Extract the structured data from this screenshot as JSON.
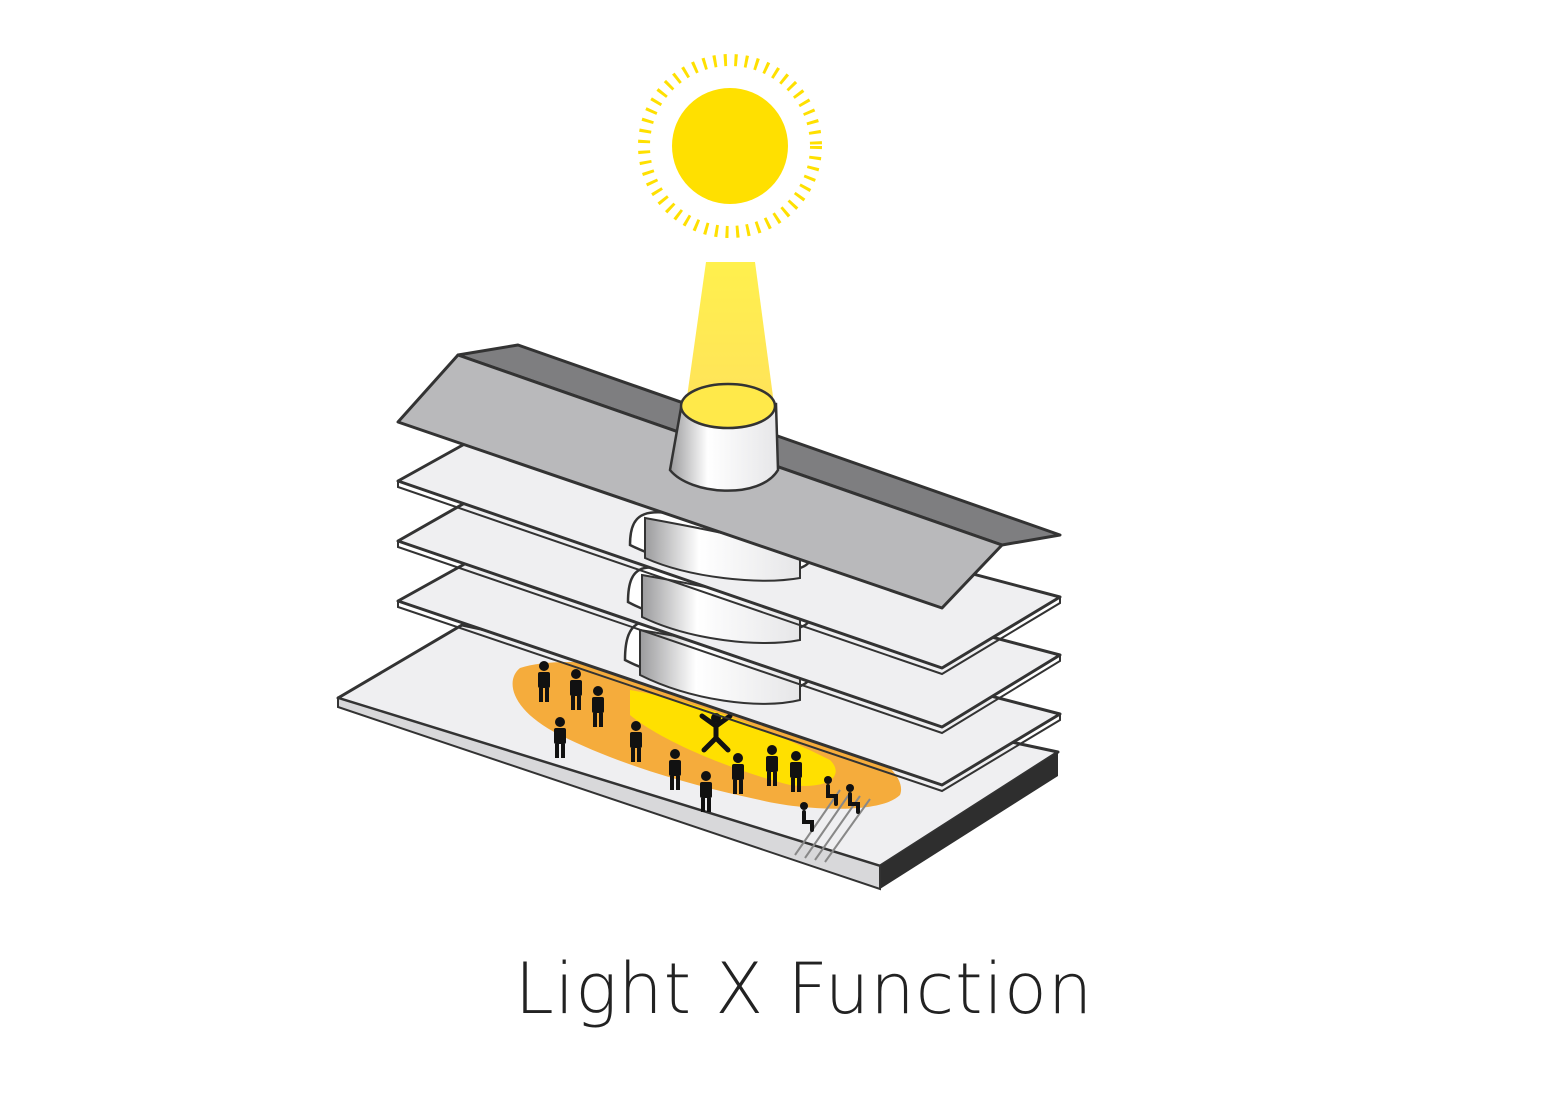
{
  "caption": "Light X Function",
  "colors": {
    "sun": "#FFE000",
    "light_beam": "#FFEB4D",
    "glow": "#F5AC3C",
    "roof_top": "#B9B9BB",
    "roof_side": "#7E7E80",
    "floor_slab": "#EFEFF1",
    "outline": "#333333",
    "base_edge": "#2E2E2E",
    "figure": "#111111"
  },
  "icons": [
    "sun-icon",
    "person-icon"
  ],
  "floors": [
    "roof",
    "level-3",
    "level-2",
    "level-1",
    "ground"
  ]
}
